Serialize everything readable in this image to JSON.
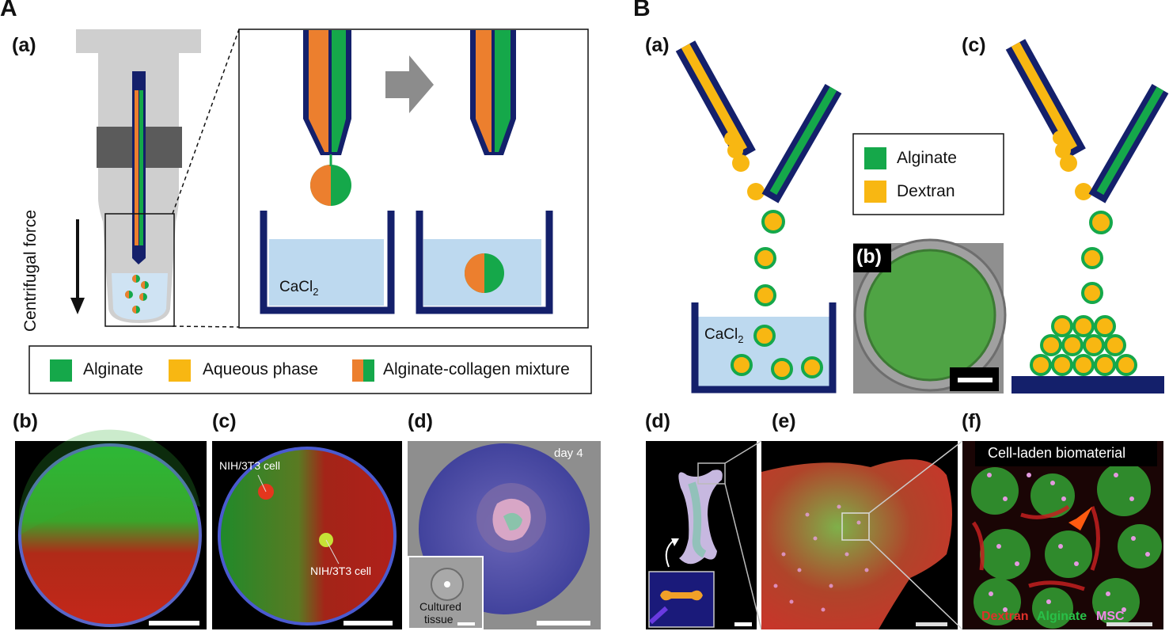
{
  "panel_a_label": "A",
  "panel_b_label": "B",
  "A": {
    "sub_a": "(a)",
    "sub_b": "(b)",
    "sub_c": "(c)",
    "sub_d": "(d)",
    "force_label": "Centrifugal force",
    "cacl2": "CaCl",
    "cacl2_sub": "2",
    "legend": {
      "alginate": "Alginate",
      "aqueous": "Aqueous phase",
      "mixture": "Alginate-collagen mixture"
    },
    "cell1": "NIH/3T3 cell",
    "cell2": "NIH/3T3 cell",
    "day": "day 4",
    "cultured1": "Cultured",
    "cultured2": "tissue"
  },
  "B": {
    "sub_a": "(a)",
    "sub_b": "(b)",
    "sub_c": "(c)",
    "sub_d": "(d)",
    "sub_e": "(e)",
    "sub_f": "(f)",
    "legend": {
      "alginate": "Alginate",
      "dextran": "Dextran"
    },
    "cacl2": "CaCl",
    "cacl2_sub": "2",
    "f_title": "Cell-laden biomaterial",
    "f_dextran": "Dextran",
    "f_alginate": "Alginate",
    "f_msc": "MSC"
  },
  "colors": {
    "green": "#15a84a",
    "orange": "#ec7f2e",
    "yellow": "#f8b712",
    "navy": "#14206b",
    "bath": "#bdd9ef"
  }
}
